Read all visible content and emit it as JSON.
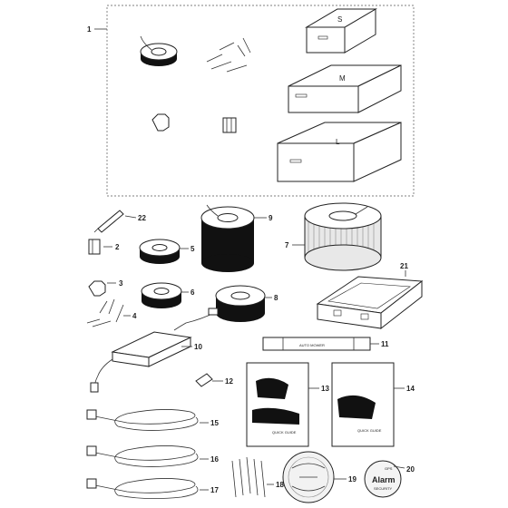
{
  "group_label": "1",
  "boxes": {
    "small": "S",
    "medium": "M",
    "large": "L"
  },
  "callouts": [
    "2",
    "3",
    "4",
    "5",
    "6",
    "7",
    "8",
    "9",
    "10",
    "11",
    "12",
    "13",
    "14",
    "15",
    "16",
    "17",
    "18",
    "19",
    "20",
    "21",
    "22"
  ],
  "strip_text": "AUTO MOWER",
  "manual_13_footer": "QUICK GUIDE",
  "manual_14_footer": "QUICK GUIDE",
  "sticker_20": {
    "line1": "GPS",
    "line2": "Alarm",
    "line3": "SECURITY"
  }
}
